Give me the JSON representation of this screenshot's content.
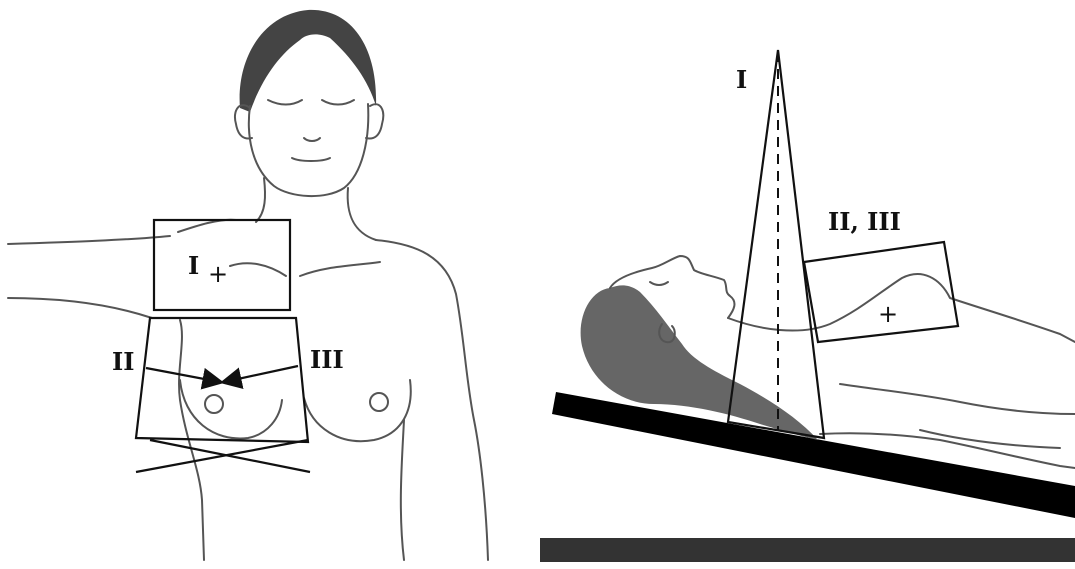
{
  "left_panel": {
    "labels": {
      "field_one": "I",
      "crosshair": "+",
      "field_two": "II",
      "field_three": "III"
    }
  },
  "right_panel": {
    "labels": {
      "field_one": "I",
      "fields_two_three": "II, III",
      "crosshair": "+"
    }
  },
  "colors": {
    "line": "#555555",
    "field_outline": "#111111",
    "hair": "#444444",
    "hair_side": "#666666",
    "table": "#000000",
    "floor": "#333333"
  }
}
